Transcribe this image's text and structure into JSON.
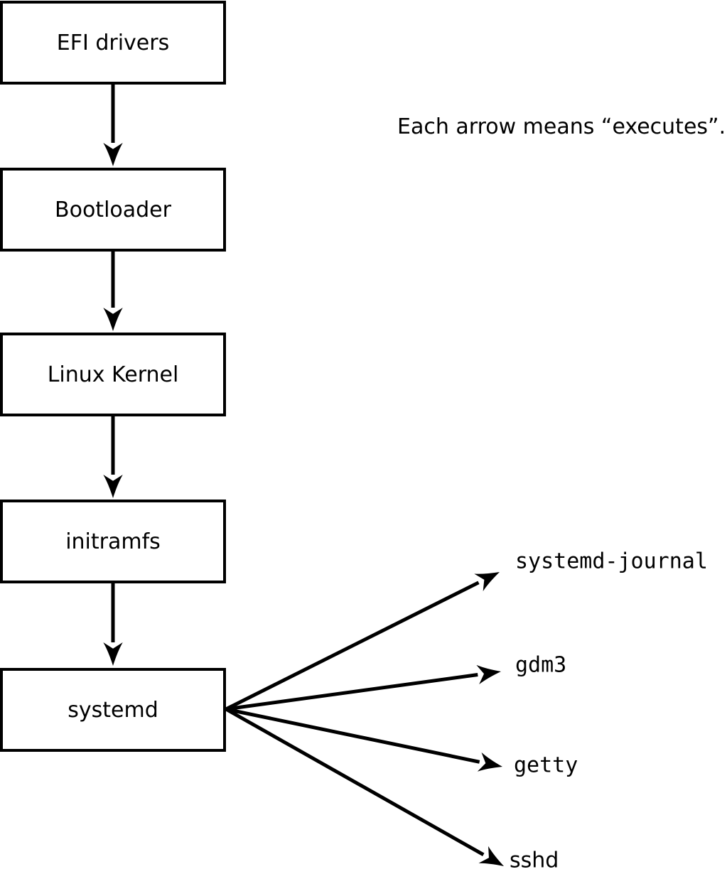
{
  "caption": "Each arrow means “executes”.",
  "diagram": {
    "type": "flowchart",
    "edge_meaning": "executes",
    "chain": [
      {
        "id": "efi-drivers",
        "label": "EFI drivers"
      },
      {
        "id": "bootloader",
        "label": "Bootloader"
      },
      {
        "id": "linux-kernel",
        "label": "Linux Kernel"
      },
      {
        "id": "initramfs",
        "label": "initramfs"
      },
      {
        "id": "systemd",
        "label": "systemd"
      }
    ],
    "services": [
      {
        "id": "systemd-journal",
        "label": "systemd-journal"
      },
      {
        "id": "gdm3",
        "label": "gdm3"
      },
      {
        "id": "getty",
        "label": "getty"
      },
      {
        "id": "sshd",
        "label": "sshd"
      }
    ],
    "edges": [
      {
        "from": "EFI drivers",
        "to": "Bootloader"
      },
      {
        "from": "Bootloader",
        "to": "Linux Kernel"
      },
      {
        "from": "Linux Kernel",
        "to": "initramfs"
      },
      {
        "from": "initramfs",
        "to": "systemd"
      },
      {
        "from": "systemd",
        "to": "systemd-journal"
      },
      {
        "from": "systemd",
        "to": "gdm3"
      },
      {
        "from": "systemd",
        "to": "getty"
      },
      {
        "from": "systemd",
        "to": "sshd"
      }
    ]
  },
  "colors": {
    "background": "#ffffff",
    "line": "#000000",
    "text": "#000000",
    "node_fill": "#ffffff"
  }
}
